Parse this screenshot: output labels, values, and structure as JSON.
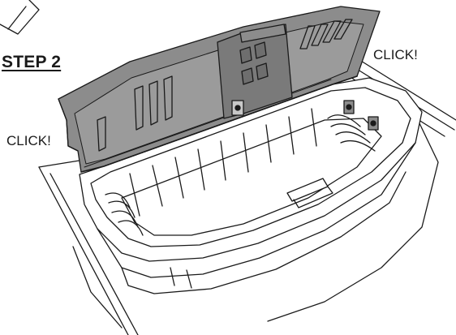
{
  "step_label": "STEP 2",
  "callouts": {
    "click_right": "CLICK!",
    "click_left": "CLICK!"
  },
  "colors": {
    "lid_fill": "#8c8c8c",
    "lid_dark": "#6e6e6e",
    "line": "#1a1a1a",
    "paper": "#ffffff"
  }
}
